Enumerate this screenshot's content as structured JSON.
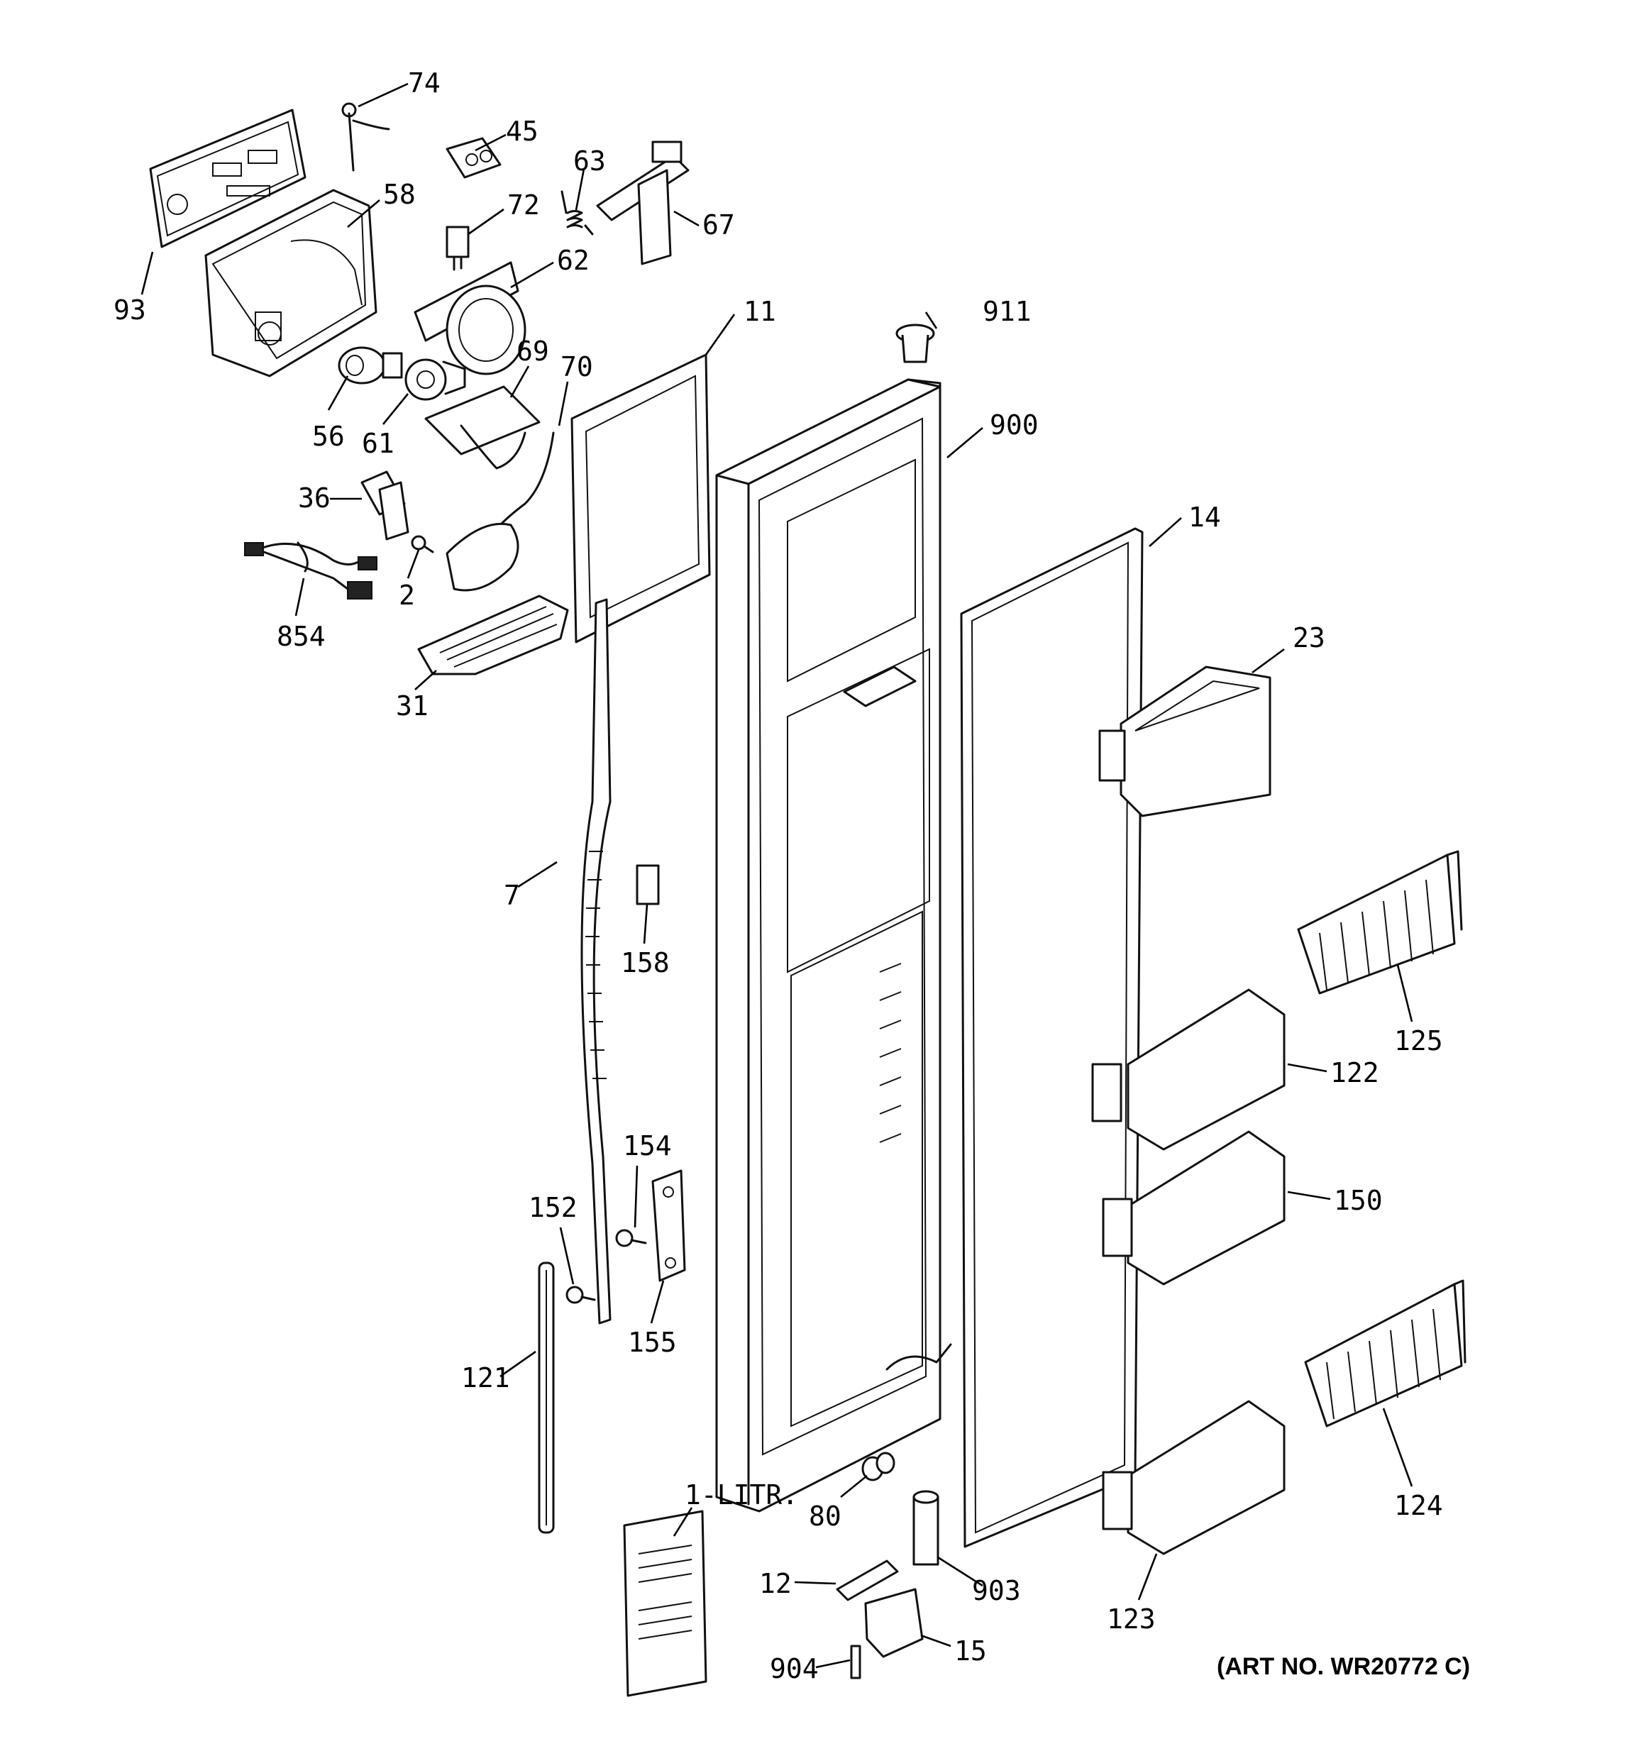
{
  "labels": {
    "l74": "74",
    "l45": "45",
    "l63": "63",
    "l67": "67",
    "l58": "58",
    "l72": "72",
    "l62": "62",
    "l93": "93",
    "l911": "911",
    "l11": "11",
    "l69": "69",
    "l70": "70",
    "l56": "56",
    "l61": "61",
    "l900": "900",
    "l36": "36",
    "l2": "2",
    "l854": "854",
    "l14": "14",
    "l23": "23",
    "l31": "31",
    "l7": "7",
    "l158": "158",
    "l125": "125",
    "l122": "122",
    "l154": "154",
    "l150": "150",
    "l152": "152",
    "l155": "155",
    "l121": "121",
    "l124": "124",
    "l1litr": "1-LITR.",
    "l80": "80",
    "l903": "903",
    "l12": "12",
    "l123": "123",
    "l15": "15",
    "l904": "904"
  },
  "art_number": "(ART NO. WR20772 C)"
}
